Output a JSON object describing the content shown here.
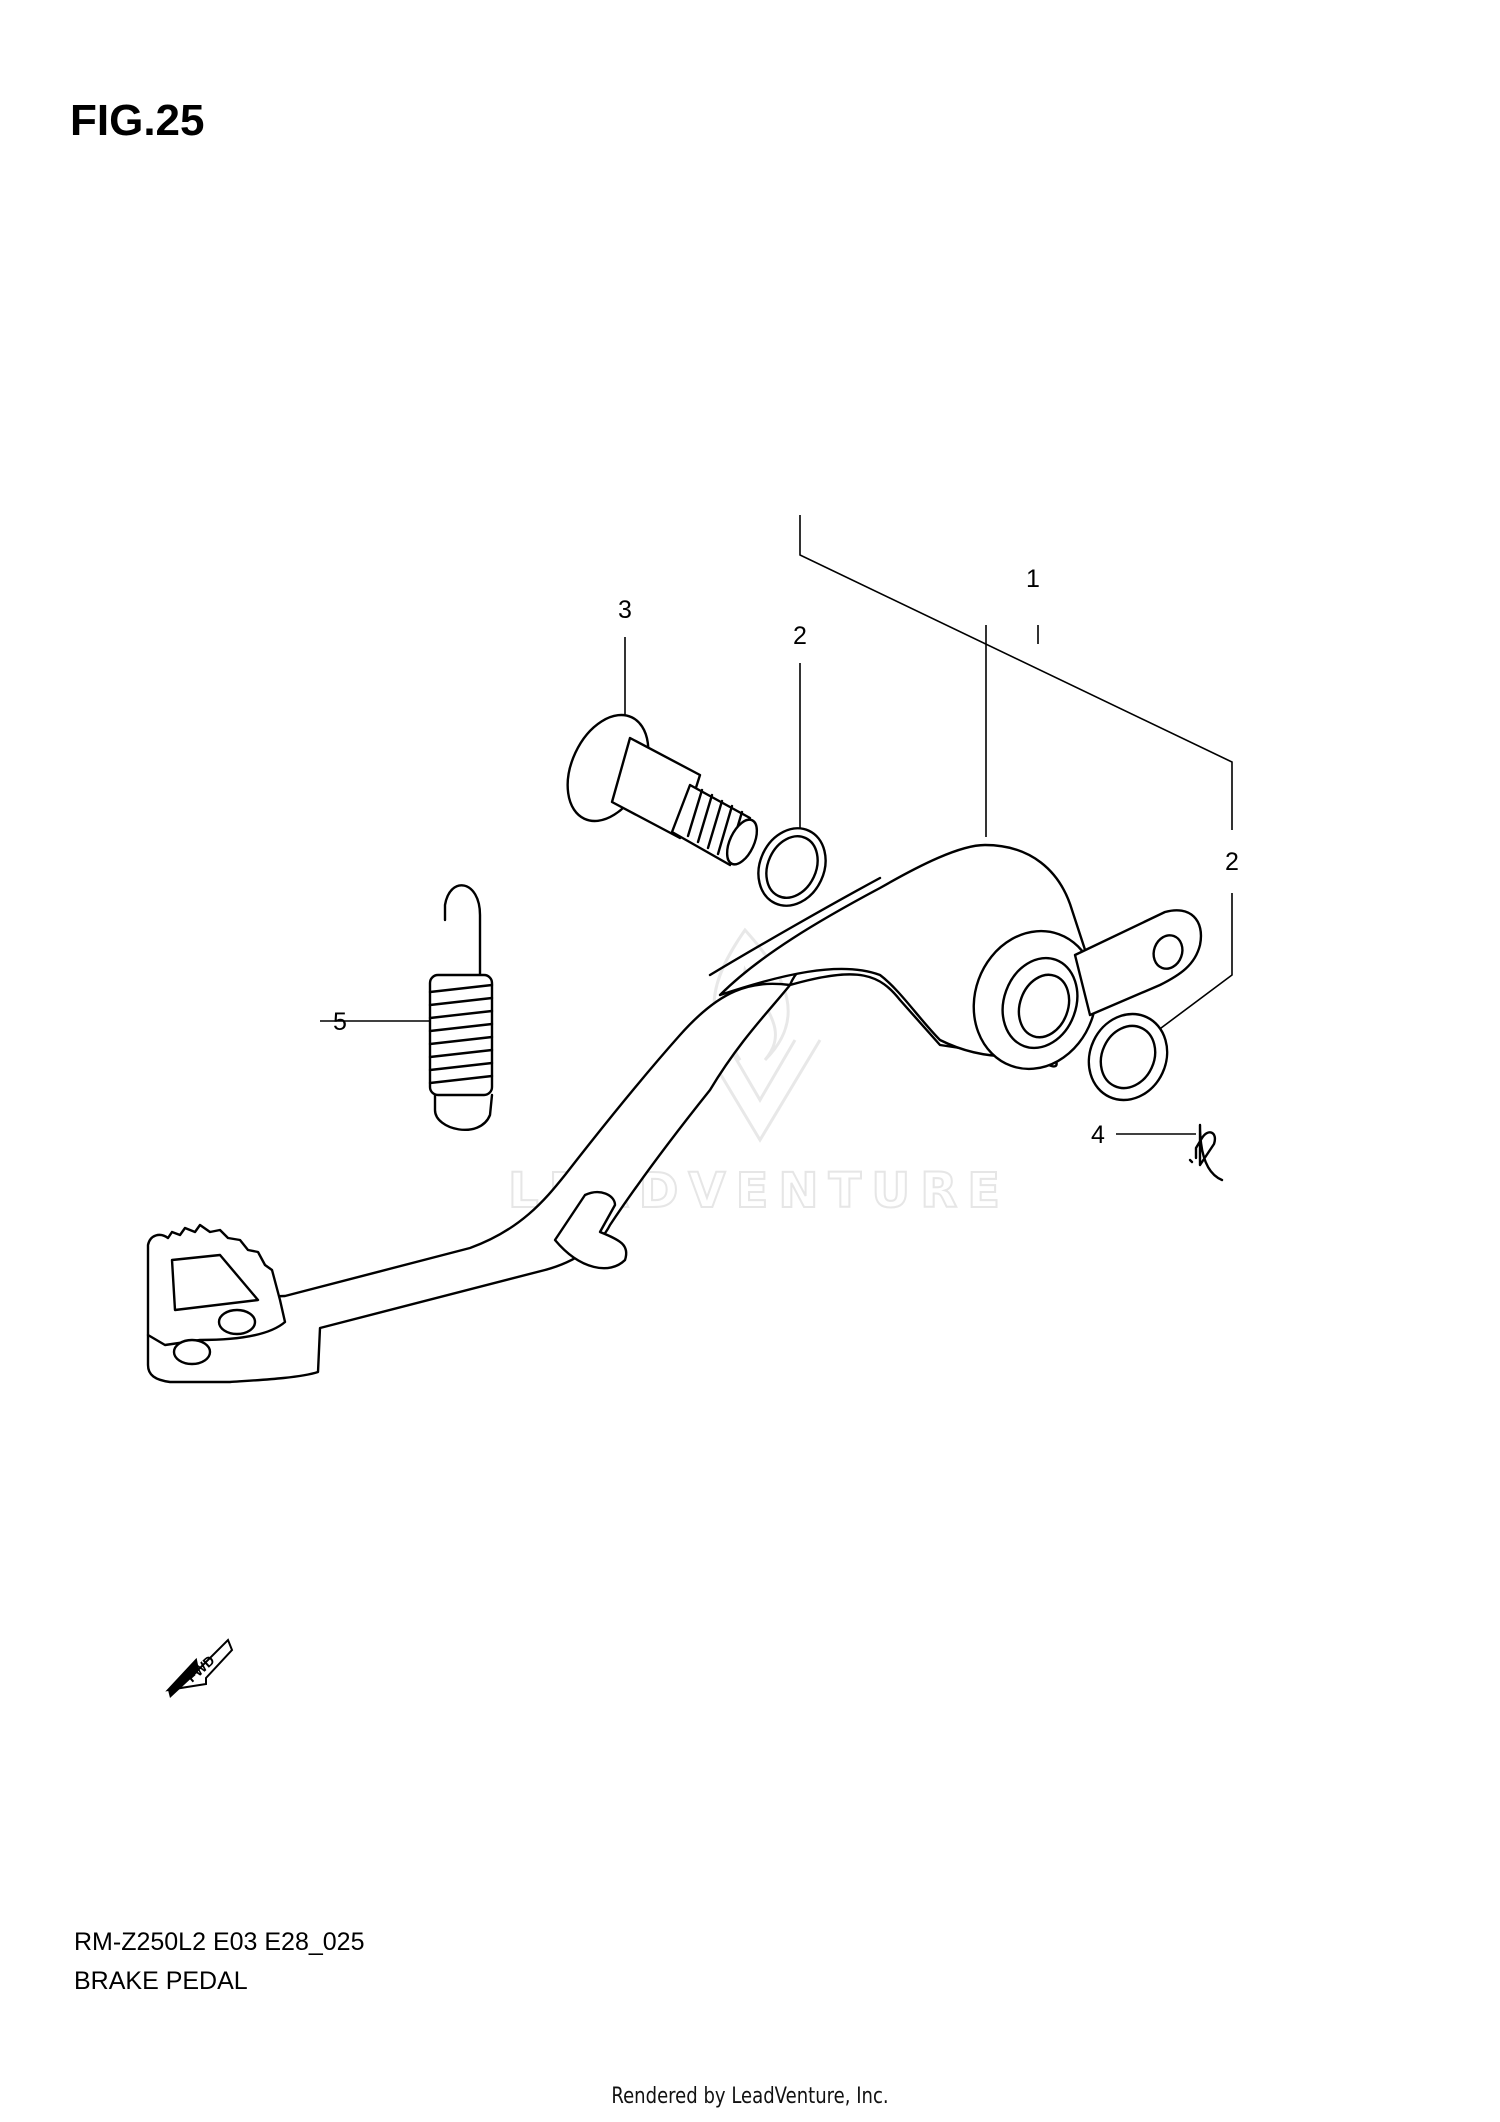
{
  "figure": {
    "title": "FIG.25",
    "model_code": "RM-Z250L2 E03 E28_025",
    "name": "BRAKE PEDAL"
  },
  "callouts": [
    {
      "id": "c1",
      "label": "1",
      "part": "brake pedal"
    },
    {
      "id": "c2a",
      "label": "2",
      "part": "seal (pivot side)"
    },
    {
      "id": "c2b",
      "label": "2",
      "part": "seal (arm side)"
    },
    {
      "id": "c3",
      "label": "3",
      "part": "pivot bolt"
    },
    {
      "id": "c4",
      "label": "4",
      "part": "cotter pin"
    },
    {
      "id": "c5",
      "label": "5",
      "part": "return spring"
    }
  ],
  "direction_marker": {
    "label": "FWD",
    "icon": "fwd-arrow-icon"
  },
  "watermark": {
    "text": "LEADVENTURE",
    "icon": "leadventure-logo-icon"
  },
  "footer": {
    "text": "Rendered by LeadVenture, Inc."
  }
}
